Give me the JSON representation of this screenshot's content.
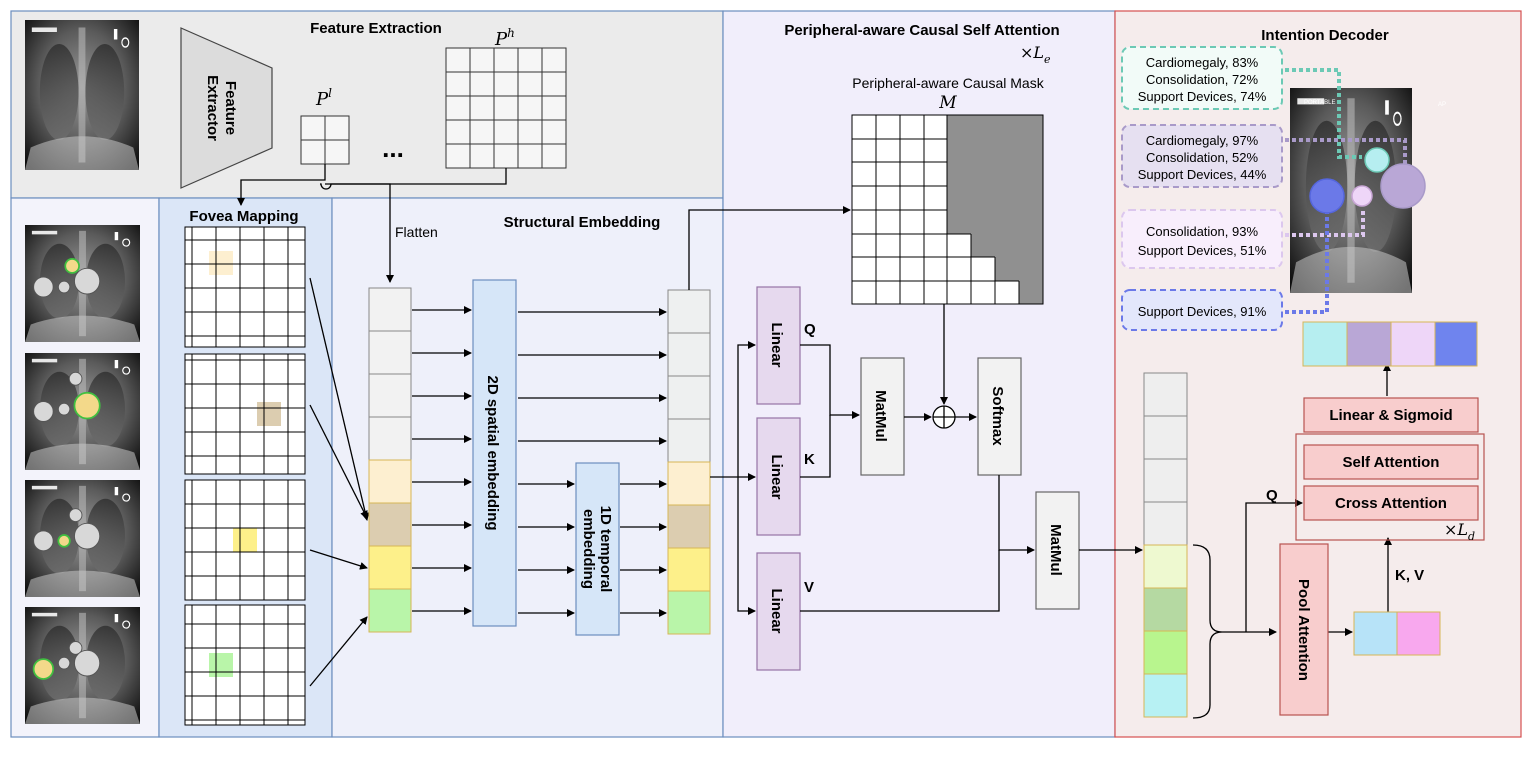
{
  "panels": {
    "feature_extraction": "Feature Extraction",
    "fovea_mapping": "Fovea Mapping",
    "structural_embedding": "Structural Embedding",
    "attention": "Peripheral-aware Causal Self Attention",
    "attention_repeat": "×L",
    "attention_repeat_sub": "e",
    "decoder": "Intention Decoder"
  },
  "feature": {
    "extractor_line1": "Feature",
    "extractor_line2": "Extractor",
    "pl": "P",
    "pl_sup": "l",
    "ph": "P",
    "ph_sup": "h",
    "ellipsis": "...",
    "flatten": "Flatten"
  },
  "embedding": {
    "spatial": "2D spatial embedding",
    "temporal_line1": "1D temporal",
    "temporal_line2": "embedding"
  },
  "attention": {
    "mask_title": "Peripheral-aware Causal Mask",
    "mask_symbol": "M",
    "linear": "Linear",
    "q": "Q",
    "k": "K",
    "v": "V",
    "matmul": "MatMul",
    "softmax": "Softmax"
  },
  "decoder": {
    "predictions": [
      {
        "lines": [
          "Cardiomegaly, 83%",
          "Consolidation, 72%",
          "Support Devices, 74%"
        ],
        "color": "#6cc9b5"
      },
      {
        "lines": [
          "Cardiomegaly, 97%",
          "Consolidation, 52%",
          "Support Devices, 44%"
        ],
        "color": "#a99ac9"
      },
      {
        "lines": [
          "Consolidation, 93%",
          "Support Devices, 51%"
        ],
        "color": "#dcc7ee"
      },
      {
        "lines": [
          "Support Devices, 91%"
        ],
        "color": "#6b79e8"
      }
    ],
    "linear_sigmoid": "Linear & Sigmoid",
    "self_attention": "Self Attention",
    "cross_attention": "Cross Attention",
    "decoder_repeat": "×L",
    "decoder_repeat_sub": "d",
    "pool_attention": "Pool Attention",
    "q": "Q",
    "kv": "K, V"
  },
  "xray_labels": {
    "portable": "PORTABLE",
    "ap": "AP"
  },
  "colors": {
    "token_orange": "#fdefd0",
    "token_tan": "#dccdb0",
    "token_yellow": "#fdf08a",
    "token_green": "#b9f5a9",
    "linear_purple": "#e6d9ee",
    "pink_box": "#f8cdcd",
    "blue_box": "#d6e6f8",
    "query_cyan": "#b6eef0",
    "query_purple": "#b9a7d6",
    "query_lavender": "#eed6f8",
    "query_blue": "#6f84ee"
  }
}
